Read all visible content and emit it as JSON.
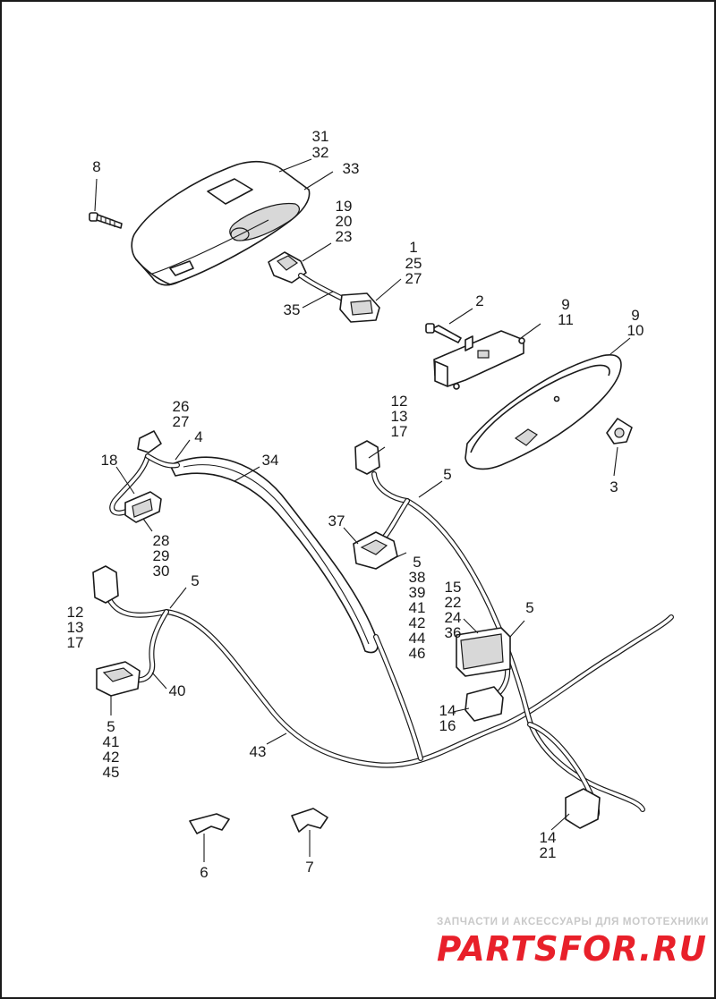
{
  "diagram": {
    "callouts": {
      "c31": "31",
      "c32": "32",
      "c33": "33",
      "c8": "8",
      "c19": "19",
      "c20": "20",
      "c23": "23",
      "c1": "1",
      "c25a": "25",
      "c27a": "27",
      "c35": "35",
      "c2": "2",
      "c9a": "9",
      "c11": "11",
      "c9b": "9",
      "c10": "10",
      "c3": "3",
      "c26": "26",
      "c27b": "27",
      "c4": "4",
      "c18": "18",
      "c34": "34",
      "c28": "28",
      "c29": "29",
      "c30": "30",
      "c12a": "12",
      "c13a": "13",
      "c17a": "17",
      "c5a": "5",
      "c37": "37",
      "c5b": "5",
      "c38": "38",
      "c39": "39",
      "c41a": "41",
      "c42a": "42",
      "c44": "44",
      "c46": "46",
      "c15": "15",
      "c22": "22",
      "c24": "24",
      "c36": "36",
      "c5c": "5",
      "c12b": "12",
      "c13b": "13",
      "c17b": "17",
      "c5d": "5",
      "c40": "40",
      "c5e": "5",
      "c41b": "41",
      "c42b": "42",
      "c45": "45",
      "c14a": "14",
      "c16": "16",
      "c43": "43",
      "c14b": "14",
      "c21": "21",
      "c6": "6",
      "c7": "7"
    }
  },
  "watermark": {
    "tagline": "ЗАПЧАСТИ И АКСЕССУАРЫ ДЛЯ МОТОТЕХНИКИ",
    "logo": "PARTSFOR.RU",
    "colors": {
      "red": "#e8202a",
      "gray": "#c9c9c9"
    }
  }
}
